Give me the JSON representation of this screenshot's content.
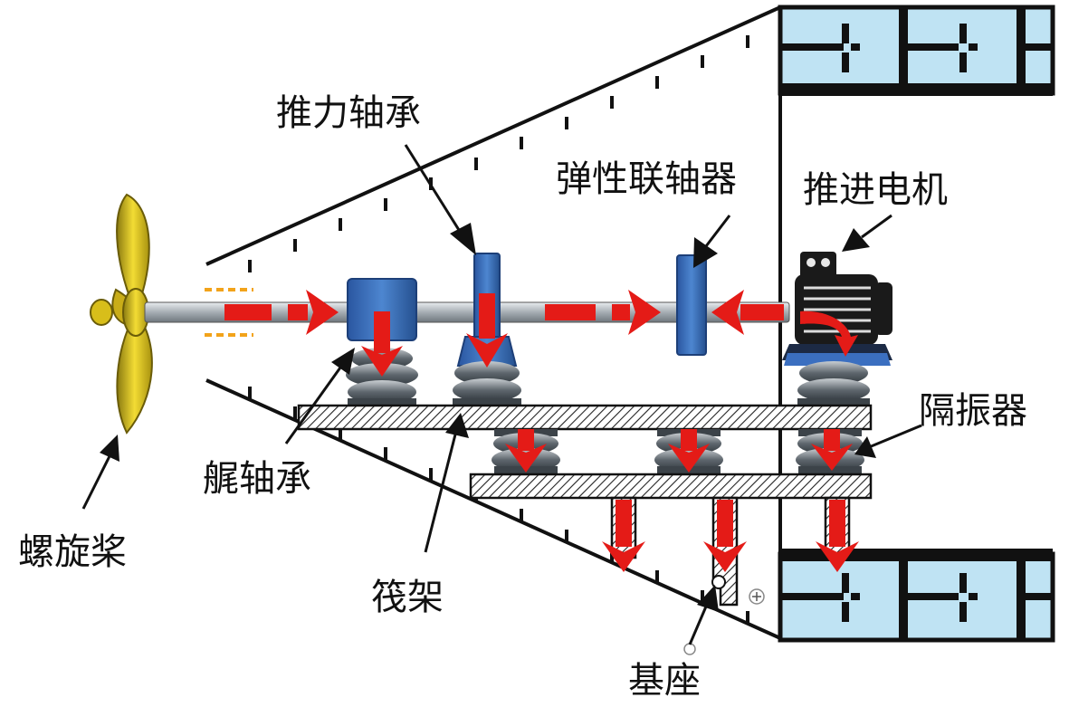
{
  "labels": {
    "propeller": "螺旋桨",
    "thrust_bearing": "推力轴承",
    "elastic_coupling": "弹性联轴器",
    "propulsion_motor": "推进电机",
    "stern_bearing": "艉轴承",
    "raft": "筏架",
    "isolator": "隔振器",
    "foundation": "基座"
  },
  "colors": {
    "force_arrow": "#e41b17",
    "bearing_blue": "#3568b3",
    "hull_panel": "#bfe3f3",
    "shaft": "#b5bcc2",
    "propeller": "#e2c81c",
    "isolator": "#707880"
  }
}
